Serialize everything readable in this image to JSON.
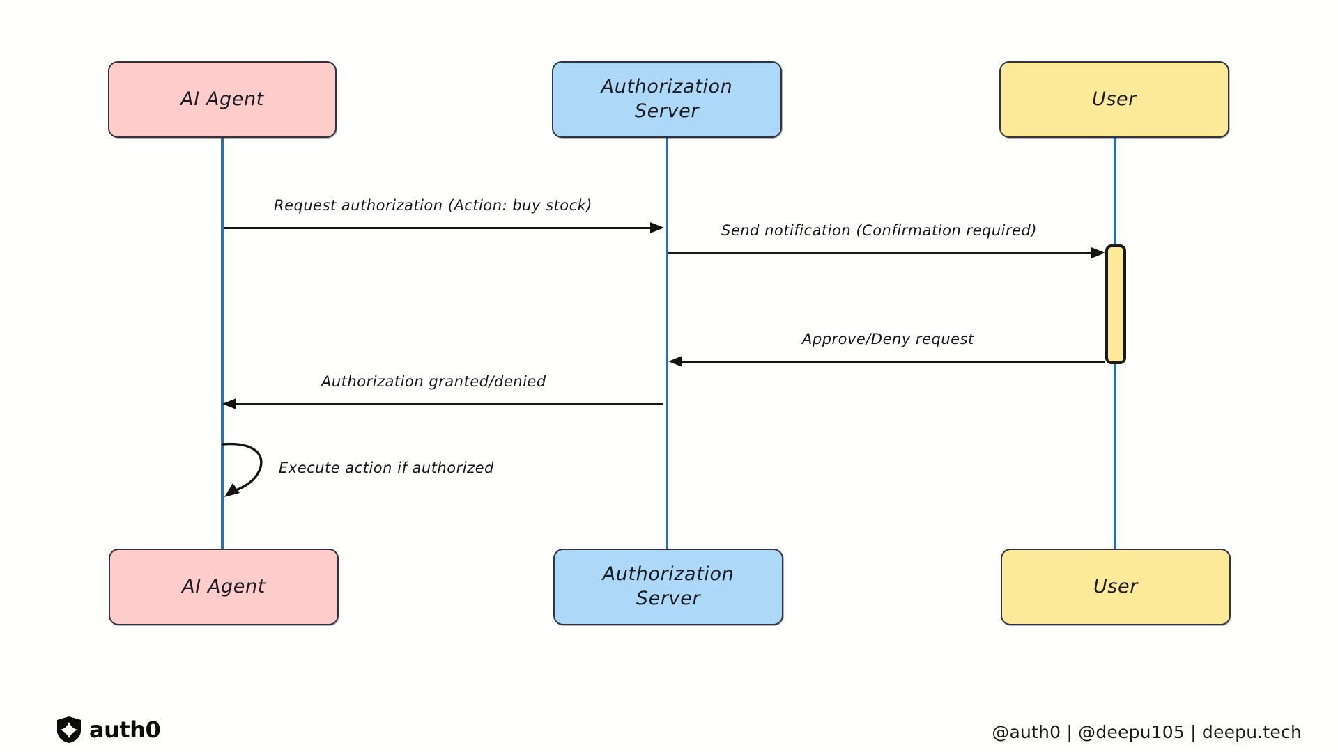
{
  "diagram": {
    "type": "sequence-diagram",
    "background_color": "#FFFFFD",
    "lifeline_color": "#2A6FB0",
    "arrow_color": "#141414",
    "participants": [
      {
        "id": "ai-agent",
        "label": "AI Agent",
        "fill_color": "#FFCCCC",
        "border_color": "#333340"
      },
      {
        "id": "authorization-server",
        "label": "Authorization\nServer",
        "fill_color": "#ADD8F7",
        "border_color": "#333340"
      },
      {
        "id": "user",
        "label": "User",
        "fill_color": "#FCE99A",
        "border_color": "#333340"
      }
    ],
    "activation": {
      "participant": "user",
      "fill_color": "#FCE99A",
      "border_color": "#1A1A1A"
    },
    "messages": [
      {
        "id": "msg-request-authorization",
        "label": "Request authorization (Action: buy stock)",
        "from": "ai-agent",
        "to": "authorization-server",
        "direction": "right",
        "kind": "solid"
      },
      {
        "id": "msg-send-notification",
        "label": "Send notification (Confirmation required)",
        "from": "authorization-server",
        "to": "user",
        "direction": "right",
        "kind": "solid"
      },
      {
        "id": "msg-approve-deny",
        "label": "Approve/Deny request",
        "from": "user",
        "to": "authorization-server",
        "direction": "left",
        "kind": "solid"
      },
      {
        "id": "msg-authorization-result",
        "label": "Authorization granted/denied",
        "from": "authorization-server",
        "to": "ai-agent",
        "direction": "left",
        "kind": "solid"
      },
      {
        "id": "msg-execute-action",
        "label": "Execute action if authorized",
        "from": "ai-agent",
        "to": "ai-agent",
        "direction": "self",
        "kind": "solid"
      }
    ]
  },
  "footer": {
    "brand_name": "auth0",
    "logo_icon": "auth0-shield-icon",
    "handles": "@auth0 | @deepu105 | deepu.tech"
  }
}
